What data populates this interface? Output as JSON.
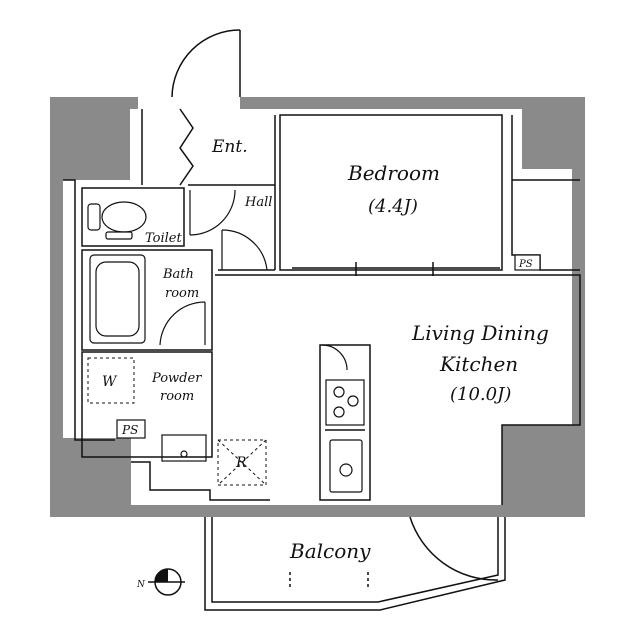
{
  "rooms": {
    "entrance": "Ent.",
    "hall": "Hall",
    "bedroom": "Bedroom",
    "bedroom_size": "(4.4J)",
    "toilet": "Toilet",
    "bath_line1": "Bath",
    "bath_line2": "room",
    "powder_line1": "Powder",
    "powder_line2": "room",
    "washer": "W",
    "ldk_line1": "Living Dining",
    "ldk_line2": "Kitchen",
    "ldk_size": "(10.0J)",
    "refrigerator": "R",
    "balcony": "Balcony",
    "ps_left": "PS",
    "ps_right": "PS",
    "north": "N"
  },
  "colors": {
    "wall": "#8a8a8a",
    "line": "#111111",
    "floor": "#ffffff"
  }
}
